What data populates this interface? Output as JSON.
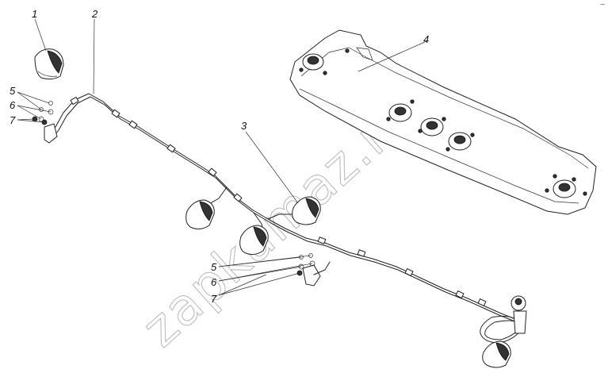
{
  "callouts": {
    "c1": "1",
    "c2": "2",
    "c3": "3",
    "c4": "4",
    "c5a": "5",
    "c6a": "6",
    "c7a": "7",
    "c5b": "5",
    "c6b": "6",
    "c7b": "7"
  },
  "watermark": "zapkamaz.ru",
  "corner_mark": "–"
}
